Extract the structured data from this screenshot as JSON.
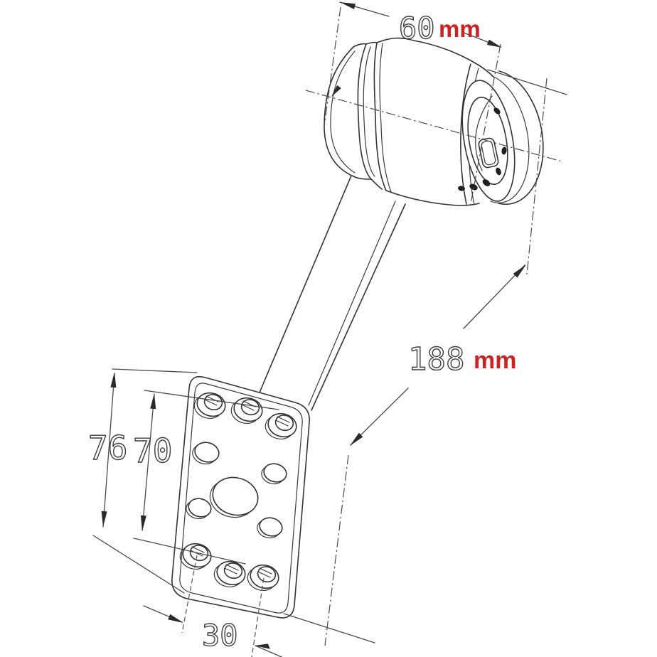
{
  "drawing": {
    "background": "#ffffff",
    "line_color": "#333333",
    "dimension_color": "#4a4a4a",
    "accent_color": "#cc2222",
    "dimensions": {
      "head_width": {
        "value": "60",
        "unit": "mm"
      },
      "overall_length": {
        "value": "188",
        "unit": "mm"
      },
      "plate_height": {
        "value": "76"
      },
      "hole_spacing_vertical": {
        "value": "70"
      },
      "hole_spacing_horizontal": {
        "value": "30"
      }
    }
  }
}
